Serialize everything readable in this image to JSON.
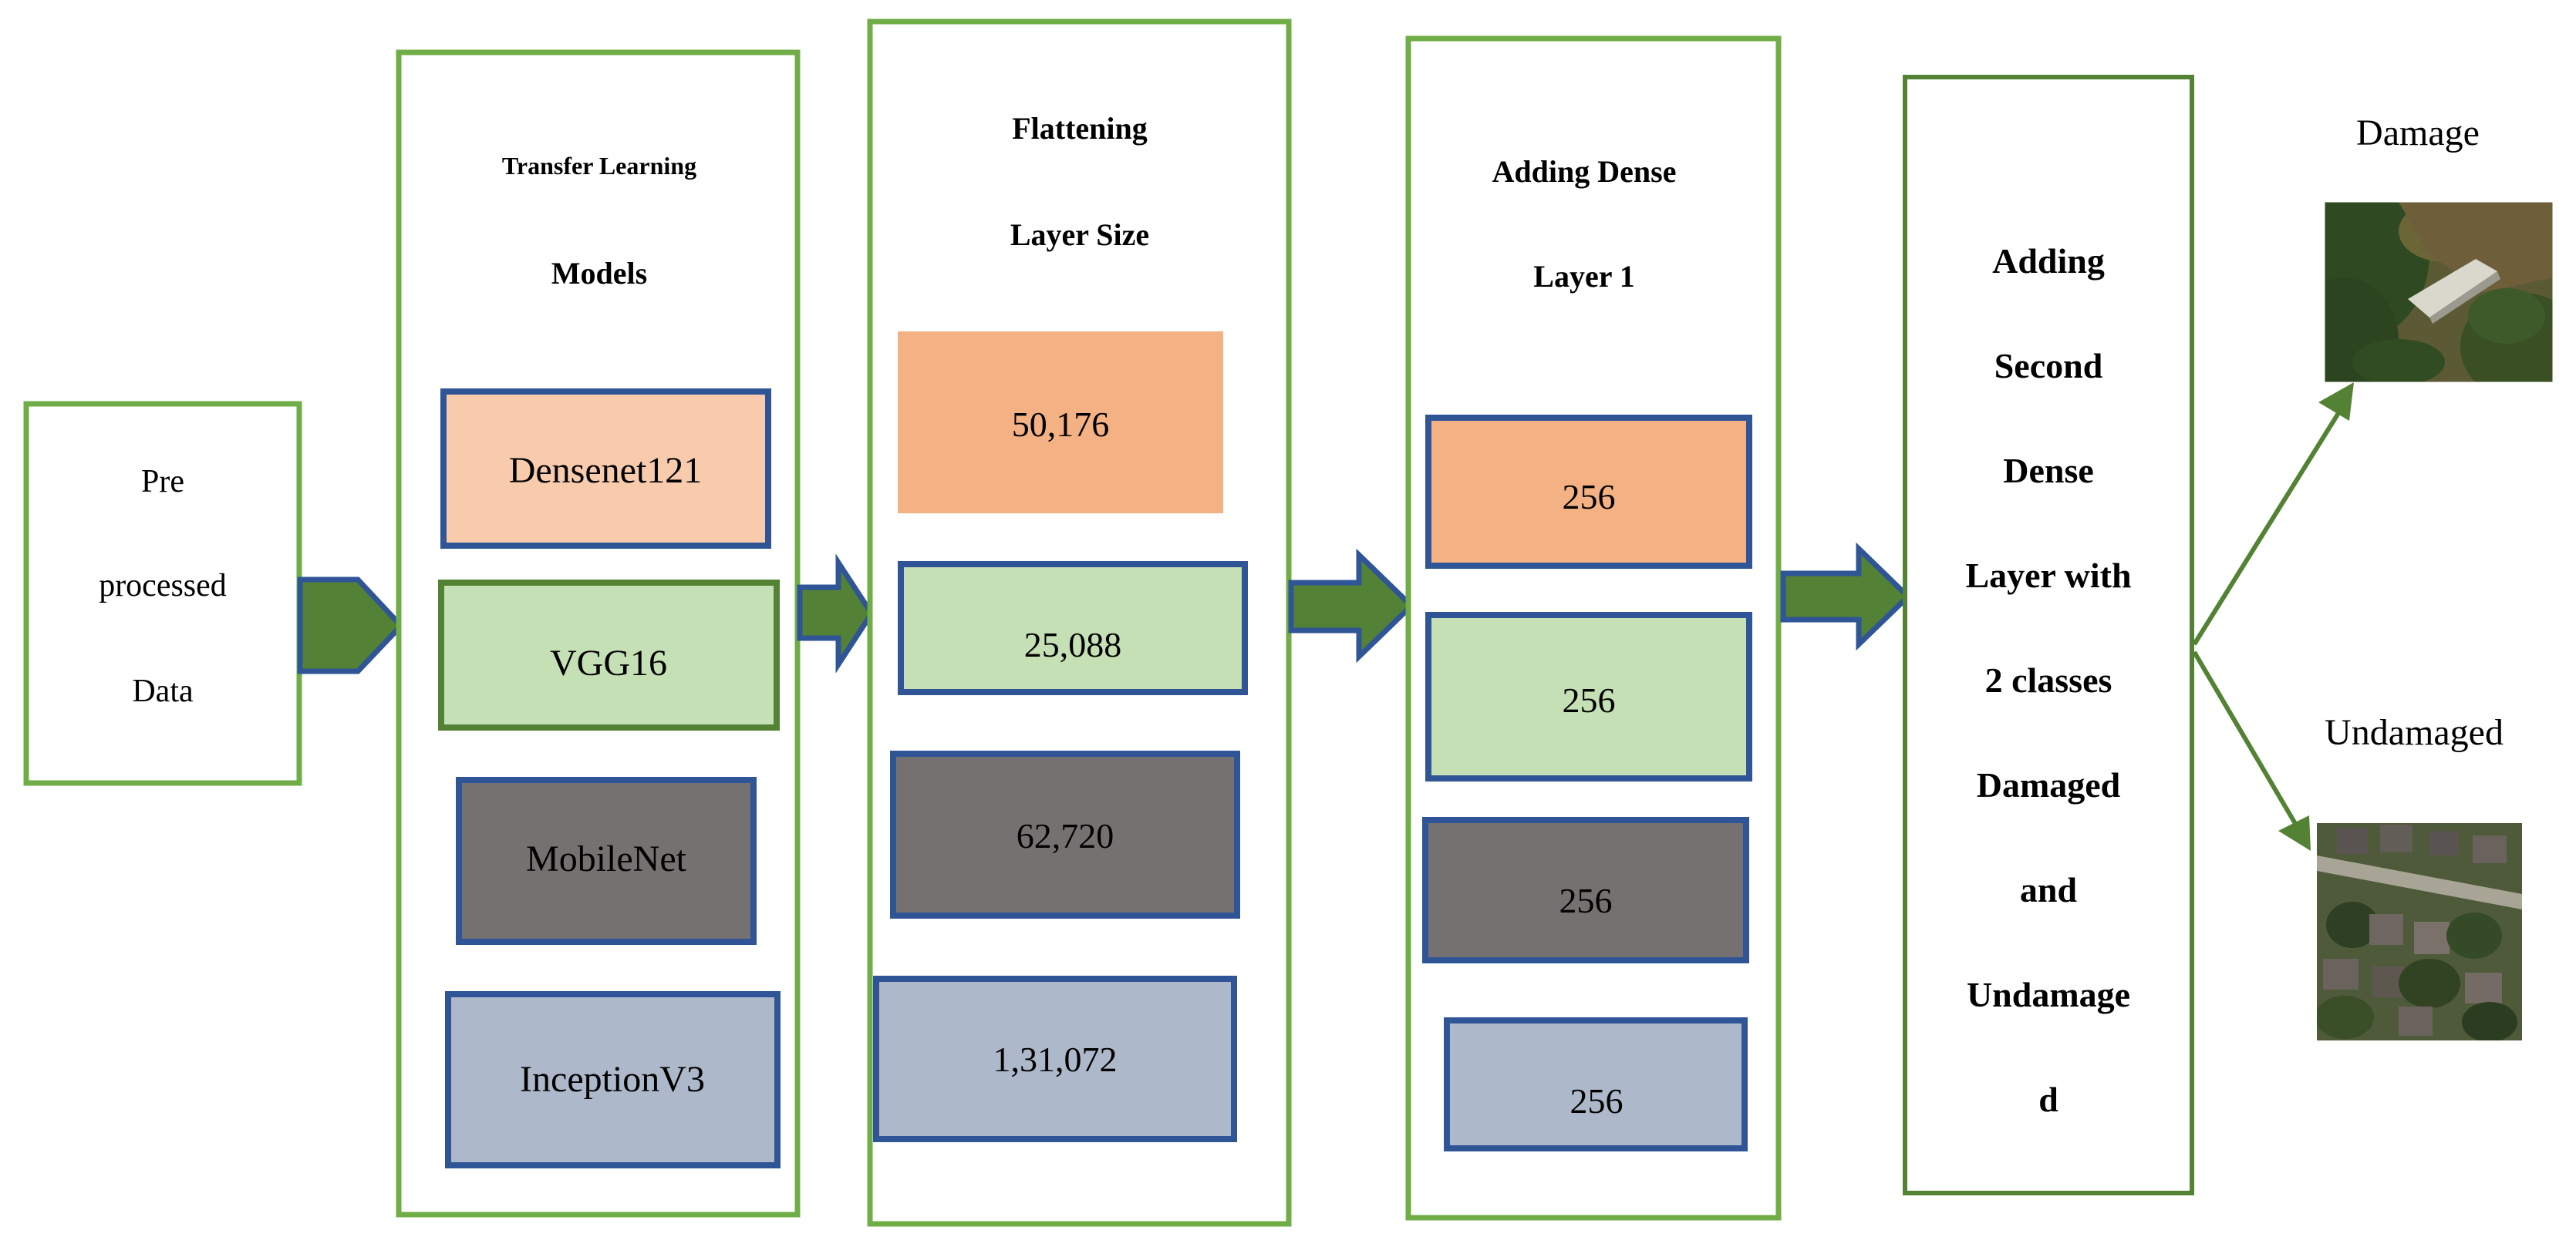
{
  "colors": {
    "panel_border": "#70ad47",
    "panel_border_dark": "#548235",
    "arrow_fill": "#538135",
    "arrow_stroke": "#2f5597",
    "box_stroke": "#2f5597",
    "densenet": "#f8cbad",
    "orange": "#f4b183",
    "green": "#c5e0b4",
    "gray": "#767171",
    "blue": "#adb9ca",
    "text": "#000000"
  },
  "input": {
    "line1": "Pre",
    "line2": "processed",
    "line3": "Data"
  },
  "models": {
    "title_line1": "Transfer Learning",
    "title_line2": "Models",
    "items": [
      {
        "label": "Densenet121",
        "color": "densenet"
      },
      {
        "label": "VGG16",
        "color": "green"
      },
      {
        "label": "MobileNet",
        "color": "gray"
      },
      {
        "label": "InceptionV3",
        "color": "blue"
      }
    ]
  },
  "flatten": {
    "title_line1": "Flattening",
    "title_line2": "Layer Size",
    "items": [
      {
        "label": "50,176",
        "color": "orange"
      },
      {
        "label": "25,088",
        "color": "green"
      },
      {
        "label": "62,720",
        "color": "gray"
      },
      {
        "label": "1,31,072",
        "color": "blue"
      }
    ]
  },
  "dense1": {
    "title_line1": "Adding Dense",
    "title_line2": "Layer 1",
    "items": [
      {
        "label": "256",
        "color": "orange"
      },
      {
        "label": "256",
        "color": "green"
      },
      {
        "label": "256",
        "color": "gray"
      },
      {
        "label": "256",
        "color": "blue"
      }
    ]
  },
  "dense2": {
    "lines": [
      "Adding",
      "Second",
      "Dense",
      "Layer with",
      "2 classes",
      "Damaged",
      "and",
      "Undamage",
      "d"
    ]
  },
  "outputs": {
    "damage_label": "Damage",
    "undamaged_label": "Undamaged"
  }
}
